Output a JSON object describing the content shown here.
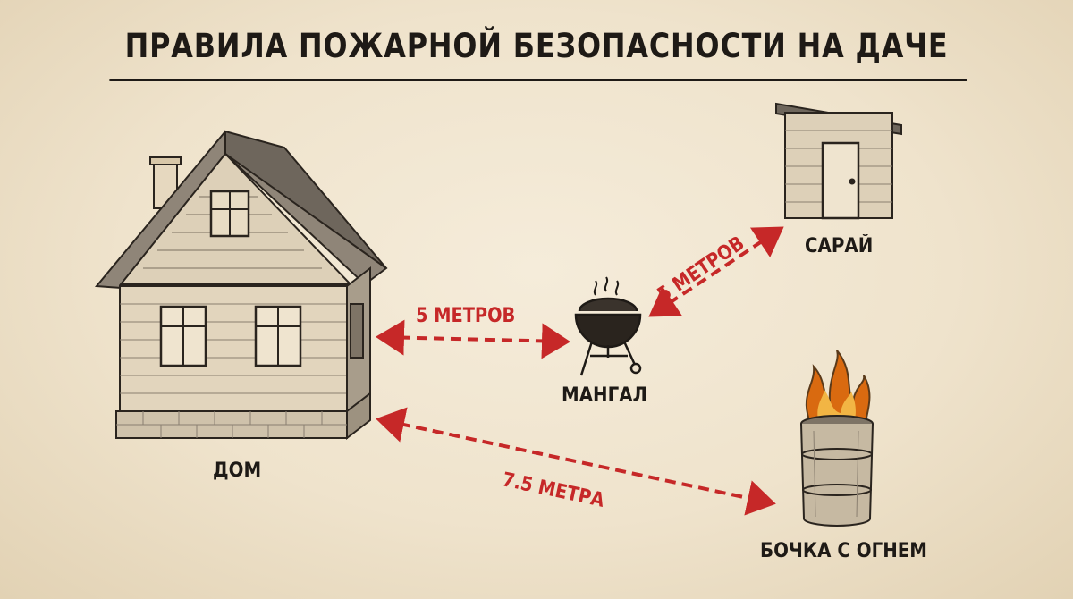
{
  "title": "ПРАВИЛА ПОЖАРНОЙ БЕЗОПАСНОСТИ НА ДАЧЕ",
  "objects": {
    "house": "ДОМ",
    "grill": "МАНГАЛ",
    "shed": "САРАЙ",
    "barrel": "БОЧКА С ОГНЕМ"
  },
  "distances": {
    "house_grill": "5 МЕТРОВ",
    "grill_shed": "5 МЕТРОВ",
    "house_barrel": "7.5 МЕТРА"
  },
  "colors": {
    "ink": "#1e1a16",
    "arrow": "#c62828",
    "paper": "#efe3cc",
    "fire": "#d96a10"
  }
}
